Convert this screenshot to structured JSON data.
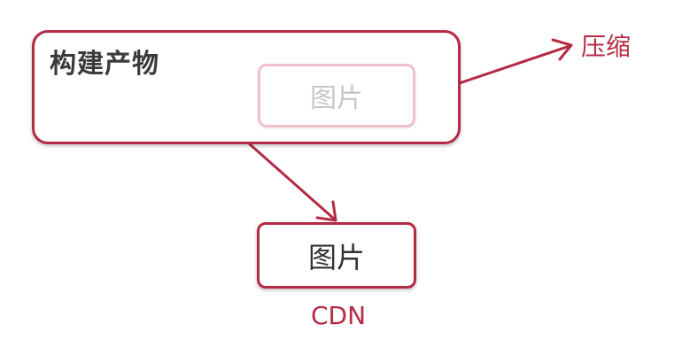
{
  "diagram": {
    "build_box": {
      "title": "构建产物",
      "inner_image_label": "图片"
    },
    "cdn_image_box": {
      "label": "图片"
    },
    "compress_label": "压缩",
    "cdn_label": "CDN"
  },
  "colors": {
    "accent": "#b52a45",
    "faded_border": "#eec1ca",
    "faded_text": "#c7c7c7",
    "title_text": "#3a3a3a"
  }
}
